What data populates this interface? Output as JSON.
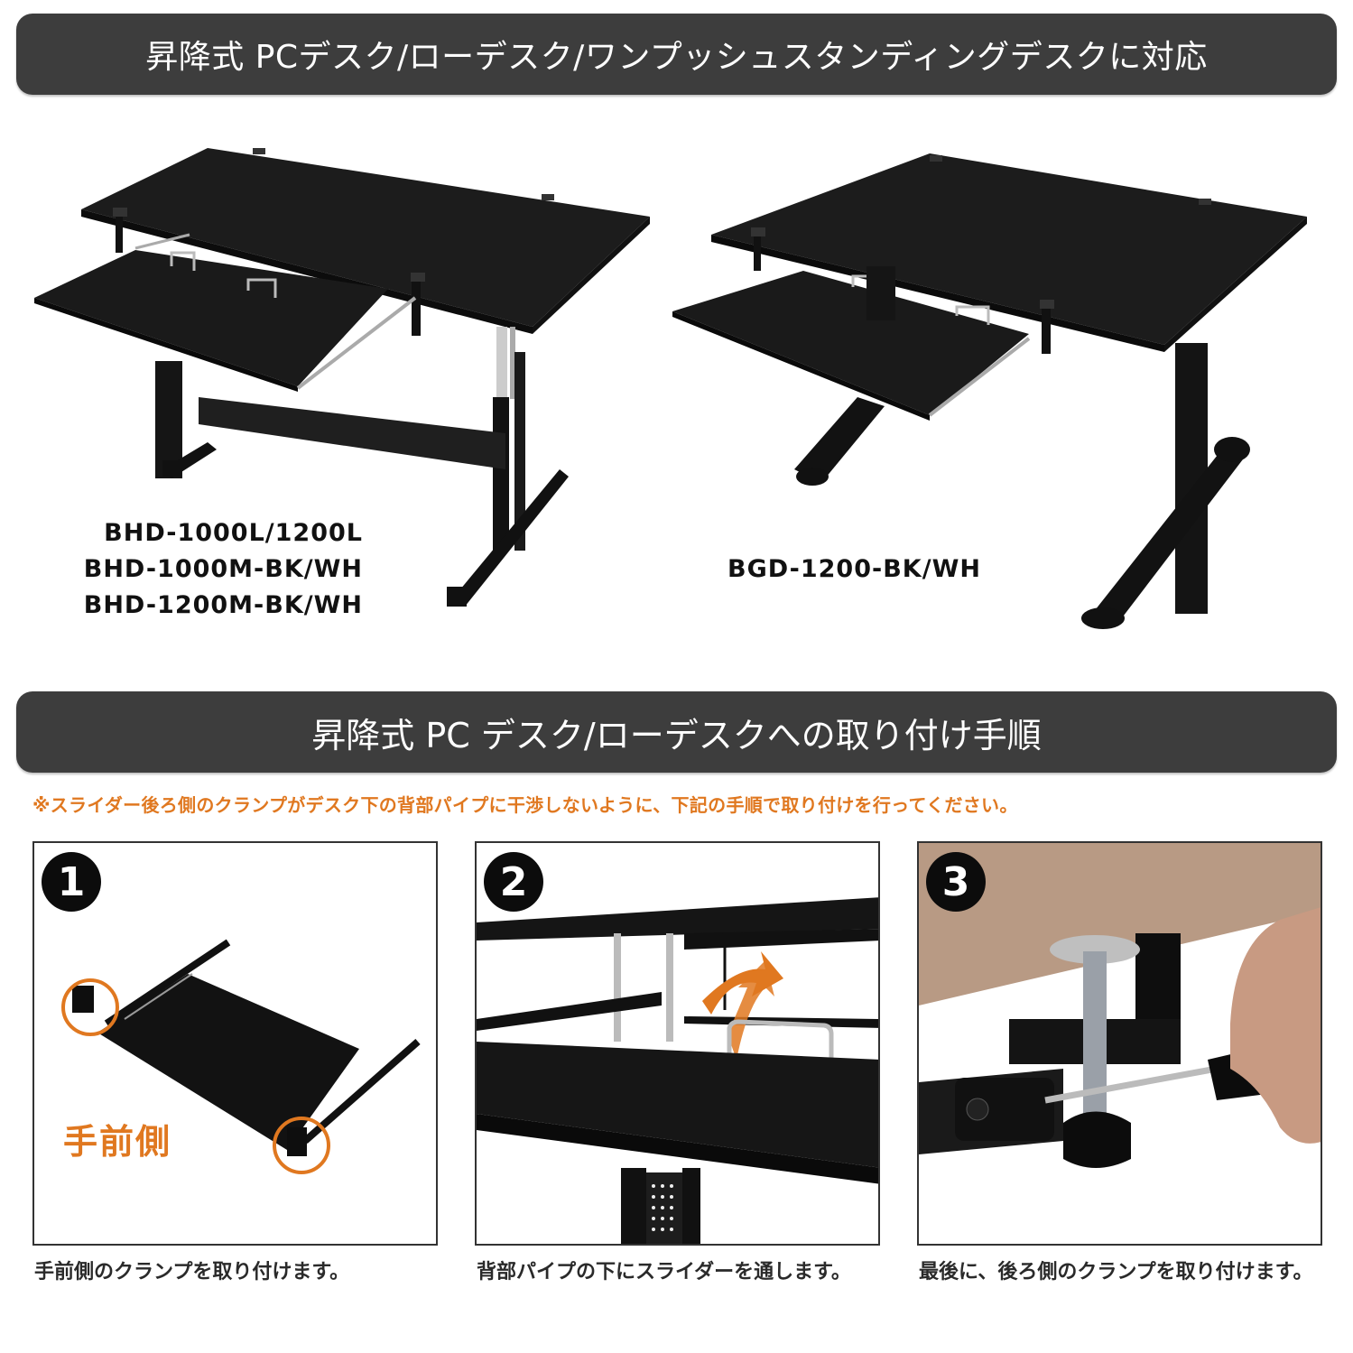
{
  "header": {
    "title": "昇降式 PCデスク/ローデスク/ワンプッシュスタンディングデスクに対応"
  },
  "products": [
    {
      "name": "height-adjustable-desk",
      "models": [
        "BHD-1000L/1200L",
        "BHD-1000M-BK/WH",
        "BHD-1200M-BK/WH"
      ]
    },
    {
      "name": "one-push-standing-desk",
      "models": [
        "BGD-1200-BK/WH"
      ]
    }
  ],
  "section": {
    "title": "昇降式 PC デスク/ローデスクへの取り付け手順",
    "notice": "※スライダー後ろ側のクランプがデスク下の背部パイプに干渉しないように、下記の手順で取り付けを行ってください。"
  },
  "steps": [
    {
      "number": "1",
      "image_label": "手前側",
      "caption": "手前側のクランプを取り付けます。"
    },
    {
      "number": "2",
      "caption": "背部パイプの下にスライダーを通します。"
    },
    {
      "number": "3",
      "caption": "最後に、後ろ側のクランプを取り付けます。"
    }
  ],
  "colors": {
    "banner_bg": "#3d3d3d",
    "accent_orange": "#e07820",
    "desk_black": "#1a1a1a",
    "tabletop_tan": "#b89a84"
  }
}
